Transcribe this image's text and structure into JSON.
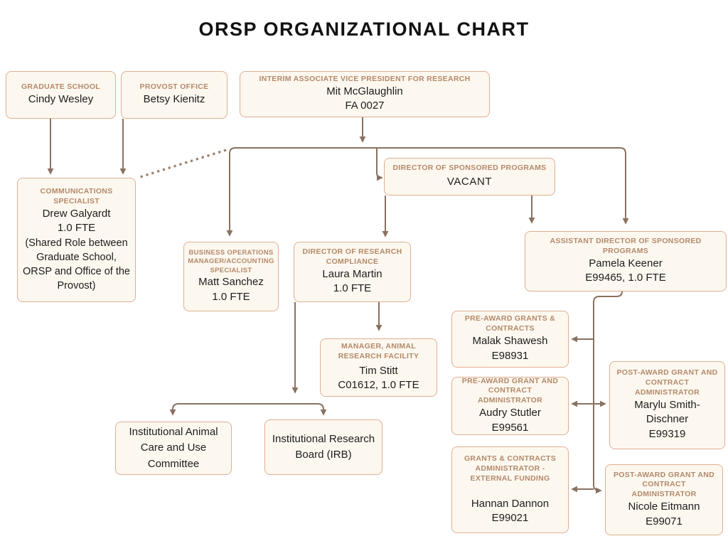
{
  "title": "ORSP ORGANIZATIONAL CHART",
  "boxes": {
    "graduate_school": {
      "role": "GRADUATE SCHOOL",
      "name": "Cindy Wesley"
    },
    "provost_office": {
      "role": "PROVOST OFFICE",
      "name": "Betsy Kienitz"
    },
    "interim_avp": {
      "role": "INTERIM ASSOCIATE VICE PRESIDENT FOR RESEARCH",
      "name": "Mit McGlaughlin",
      "detail": "FA 0027"
    },
    "communications": {
      "role": "COMMUNICATIONS SPECIALIST",
      "name": "Drew Galyardt",
      "detail": "1.0 FTE",
      "note": "(Shared Role between Graduate School, ORSP and Office of the Provost)"
    },
    "sponsored_programs_director": {
      "role": "DIRECTOR OF SPONSORED PROGRAMS",
      "name": "VACANT"
    },
    "business_operations": {
      "role": "BUSINESS OPERATIONS MANAGER/ACCOUNTING SPECIALIST",
      "name": "Matt Sanchez",
      "detail": "1.0 FTE"
    },
    "research_compliance": {
      "role": "DIRECTOR OF RESEARCH COMPLIANCE",
      "name": "Laura Martin",
      "detail": "1.0 FTE"
    },
    "assistant_director": {
      "role": "ASSISTANT DIRECTOR OF SPONSORED PROGRAMS",
      "name": "Pamela Keener",
      "detail": "E99465, 1.0 FTE"
    },
    "animal_facility": {
      "role": "MANAGER, ANIMAL RESEARCH FACILITY",
      "name": "Tim Stitt",
      "detail": "C01612, 1.0 FTE"
    },
    "pre_award_grants": {
      "role": "PRE-AWARD GRANTS & CONTRACTS",
      "name": "Malak Shawesh",
      "detail": "E98931"
    },
    "pre_award_admin": {
      "role": "PRE-AWARD GRANT AND CONTRACT ADMINISTRATOR",
      "name": "Audry Stutler",
      "detail": "E99561"
    },
    "grants_external": {
      "role": "GRANTS & CONTRACTS ADMINISTRATOR - EXTERNAL FUNDING",
      "name": "Hannan Dannon",
      "detail": "E99021"
    },
    "post_award_1": {
      "role": "POST-AWARD GRANT AND CONTRACT ADMINISTRATOR",
      "name": "Marylu Smith-Dischner",
      "detail": "E99319"
    },
    "post_award_2": {
      "role": "POST-AWARD GRANT AND CONTRACT ADMINISTRATOR",
      "name": "Nicole Eitmann",
      "detail": "E99071"
    },
    "iacuc": {
      "name": "Institutional Animal Care and Use Committee"
    },
    "irb": {
      "name": "Institutional Research Board (IRB)"
    }
  },
  "edges": [
    {
      "from": "graduate_school",
      "to": "communications",
      "style": "solid-arrow"
    },
    {
      "from": "provost_office",
      "to": "communications",
      "style": "solid-arrow"
    },
    {
      "from": "interim_avp",
      "to": "main-line",
      "style": "solid-arrow"
    },
    {
      "from": "main-line",
      "to": "communications",
      "style": "dotted"
    },
    {
      "from": "main-line",
      "to": "business_operations",
      "style": "solid-arrow"
    },
    {
      "from": "main-line",
      "to": "sponsored_programs_director",
      "style": "solid-arrow"
    },
    {
      "from": "main-line",
      "to": "assistant_director",
      "style": "solid-arrow"
    },
    {
      "from": "sponsored_programs_director",
      "to": "research_compliance",
      "style": "solid-arrow"
    },
    {
      "from": "sponsored_programs_director",
      "to": "assistant_director",
      "style": "solid-arrow"
    },
    {
      "from": "research_compliance",
      "to": "animal_facility",
      "style": "solid-arrow"
    },
    {
      "from": "research_compliance",
      "to": "committee-line",
      "style": "solid-arrow"
    },
    {
      "from": "committee-line",
      "to": "iacuc",
      "style": "solid-arrow"
    },
    {
      "from": "committee-line",
      "to": "irb",
      "style": "solid-arrow"
    },
    {
      "from": "assistant_director",
      "to": "pre_award_grants",
      "style": "solid-arrow"
    },
    {
      "from": "assistant_director",
      "to": "pre_award_admin",
      "style": "solid-arrow"
    },
    {
      "from": "assistant_director",
      "to": "post_award_1",
      "style": "solid-arrow"
    },
    {
      "from": "assistant_director",
      "to": "grants_external",
      "style": "solid-arrow"
    },
    {
      "from": "assistant_director",
      "to": "post_award_2",
      "style": "solid-arrow"
    }
  ],
  "colors": {
    "box_fill": "#fdf8ef",
    "box_border": "#dfae92",
    "role_text": "#b3886a",
    "name_text": "#1c1c1c",
    "line": "#8a7160",
    "line_dotted": "#9b7f6c",
    "title_text": "#111111"
  }
}
